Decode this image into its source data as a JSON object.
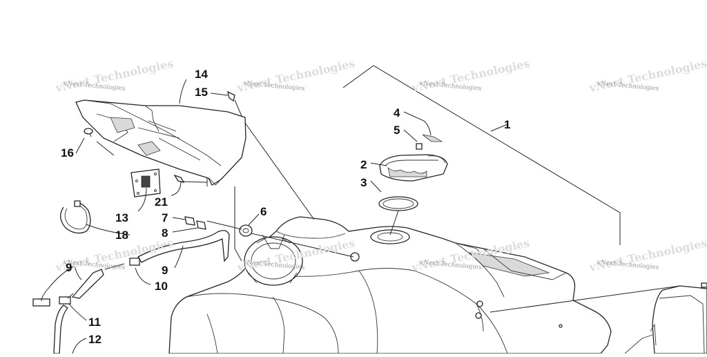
{
  "diagram": {
    "callouts": [
      {
        "id": "c1",
        "label": "1"
      },
      {
        "id": "c2",
        "label": "2"
      },
      {
        "id": "c3",
        "label": "3"
      },
      {
        "id": "c4",
        "label": "4"
      },
      {
        "id": "c5",
        "label": "5"
      },
      {
        "id": "c6",
        "label": "6"
      },
      {
        "id": "c7",
        "label": "7"
      },
      {
        "id": "c8",
        "label": "8"
      },
      {
        "id": "c9a",
        "label": "9"
      },
      {
        "id": "c9b",
        "label": "9"
      },
      {
        "id": "c10",
        "label": "10"
      },
      {
        "id": "c11",
        "label": "11"
      },
      {
        "id": "c12",
        "label": "12"
      },
      {
        "id": "c13",
        "label": "13"
      },
      {
        "id": "c14",
        "label": "14"
      },
      {
        "id": "c15",
        "label": "15"
      },
      {
        "id": "c16",
        "label": "16"
      },
      {
        "id": "c18",
        "label": "18"
      },
      {
        "id": "c21",
        "label": "21"
      }
    ],
    "watermark": {
      "text": "vNext Technologies"
    }
  }
}
